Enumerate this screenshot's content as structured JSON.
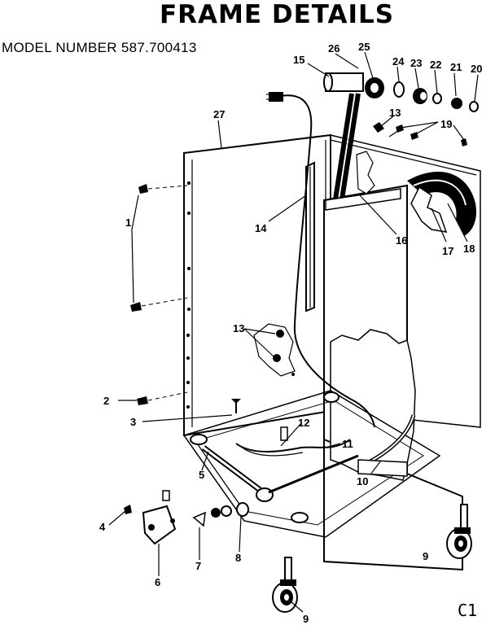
{
  "title": "FRAME DETAILS",
  "model_number": "MODEL NUMBER 587.700413",
  "page_code": "C1",
  "callouts": {
    "c1": "1",
    "c2": "2",
    "c3": "3",
    "c4": "4",
    "c5": "5",
    "c6": "6",
    "c7": "7",
    "c8": "8",
    "c9a": "9",
    "c9b": "9",
    "c10": "10",
    "c11": "11",
    "c12": "12",
    "c13a": "13",
    "c13b": "13",
    "c14": "14",
    "c15": "15",
    "c16": "16",
    "c17": "17",
    "c18": "18",
    "c19": "19",
    "c20": "20",
    "c21": "21",
    "c22": "22",
    "c23": "23",
    "c24": "24",
    "c25": "25",
    "c26": "26",
    "c27": "27"
  }
}
